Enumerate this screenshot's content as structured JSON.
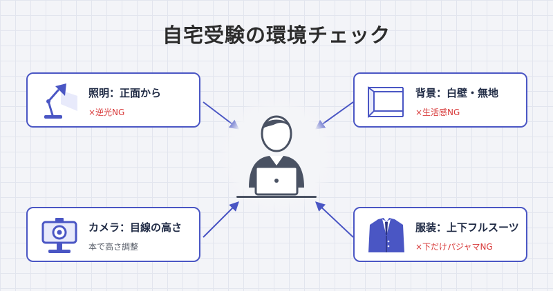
{
  "title": "自宅受験の環境チェック",
  "cards": {
    "lighting": {
      "label": "照明：正面から",
      "note": "×逆光NG",
      "icon": "desk-lamp-icon"
    },
    "background": {
      "label": "背景：白壁・無地",
      "note": "×生活感NG",
      "icon": "plain-wall-icon"
    },
    "camera": {
      "label": "カメラ：目線の高さ",
      "note": "本で高さ調整",
      "icon": "webcam-icon"
    },
    "clothing": {
      "label": "服装：上下フルスーツ",
      "note": "×下だけパジャマNG",
      "icon": "suit-jacket-icon"
    }
  },
  "center": {
    "icon": "person-at-laptop-icon"
  },
  "colors": {
    "accent": "#4a56c4",
    "ng_red": "#d83a3a",
    "dark": "#4a5263"
  }
}
